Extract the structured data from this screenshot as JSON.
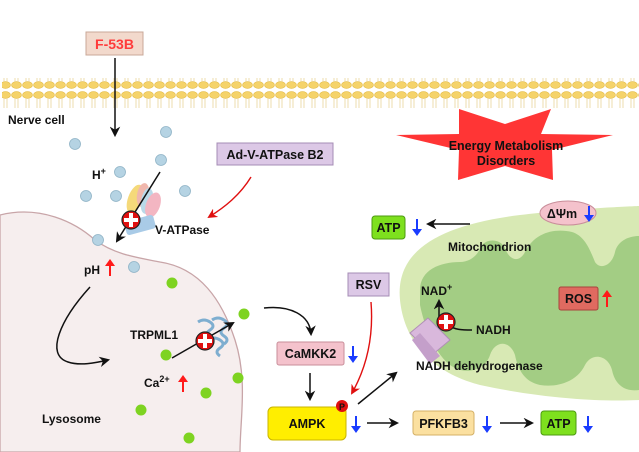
{
  "title": "F-53B induced energy metabolism disorder pathway",
  "labels": {
    "drug": "F-53B",
    "nerve_cell": "Nerve cell",
    "h_plus": "H",
    "h_plus_sup": "+",
    "v_atpase": "V-ATPase",
    "ad_v_atpase": "Ad-V-ATPase B2",
    "ph": "pH",
    "trpml1": "TRPML1",
    "ca": "Ca",
    "ca_sup": "2+",
    "lysosome": "Lysosome",
    "energy_line1": "Energy Metabolism",
    "energy_line2": "Disorders",
    "atp_top": "ATP",
    "delta_psi": "ΔΨm",
    "mitochondrion": "Mitochondrion",
    "rsv": "RSV",
    "nad_plus": "NAD",
    "nad_sup": "+",
    "nadh": "NADH",
    "ros": "ROS",
    "nadh_dehydrogenase": "NADH dehydrogenase",
    "camkk2": "CaMKK2",
    "ampk": "AMPK",
    "phospho": "P",
    "pfkfb3": "PFKFB3",
    "atp_bottom": "ATP"
  },
  "trends": {
    "ph": "up",
    "ca": "up",
    "ros": "up",
    "atp_top": "down",
    "delta_psi": "down",
    "camkk2": "down",
    "ampk": "down",
    "pfkfb3": "down",
    "atp_bottom": "down"
  },
  "colors": {
    "up_arrow": "#ff1a1a",
    "down_arrow": "#1a3cff",
    "inhibit_arrow": "#e01010",
    "atp_box": "#7ee01e",
    "ampk_box": "#ffee00",
    "camkk2_box": "#f4c2cc",
    "pfkfb3_box": "#fbe0a0",
    "ros_box": "#e06a60",
    "rsv_box": "#dcc8e6",
    "drug_box": "#f2d9cc",
    "drug_text": "#ff3b3b",
    "star": "#ff3535",
    "mito_outer": "#d8e9b4",
    "mito_inner": "#a3cd84",
    "lysosome": "#f6eeee",
    "h_ion": "#b5d3e3",
    "ca_ion": "#7ed321"
  }
}
